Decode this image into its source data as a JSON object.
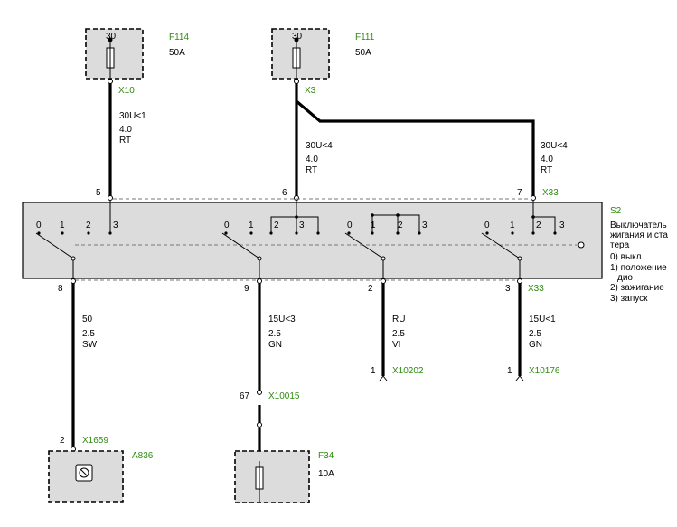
{
  "fuses": {
    "f114": {
      "id": "F114",
      "pin": "30",
      "rating": "50A",
      "connector": "X10"
    },
    "f111": {
      "id": "F111",
      "pin": "30",
      "rating": "50A",
      "connector": "X3"
    },
    "f34": {
      "id": "F34",
      "rating": "10A",
      "connector": "X10015",
      "pin": "67"
    }
  },
  "wires_top": {
    "w1": {
      "signal": "30U<1",
      "size": "4.0",
      "color": "RT",
      "pin": "5"
    },
    "w2": {
      "signal": "30U<4",
      "size": "4.0",
      "color": "RT",
      "pin": "6"
    },
    "w3": {
      "signal": "30U<4",
      "size": "4.0",
      "color": "RT",
      "pin": "7",
      "connector": "X33"
    }
  },
  "switch": {
    "id": "S2",
    "desc_lines": [
      "Выключатель",
      "жигания и ста",
      "тера",
      "0) выкл.",
      "1) положение",
      "дио",
      "2) зажигание",
      "3) запуск"
    ],
    "group1": [
      "0",
      "1",
      "2",
      "3"
    ],
    "group2": [
      "0",
      "1",
      "2",
      "3"
    ],
    "group3": [
      "0",
      "1",
      "2",
      "3"
    ],
    "group4": [
      "0",
      "1",
      "2",
      "3"
    ],
    "bottom_connector": "X33"
  },
  "wires_bottom": {
    "w8": {
      "pin": "8",
      "signal": "50",
      "size": "2.5",
      "color": "SW",
      "end_pin": "2",
      "end_connector": "X1659"
    },
    "w9": {
      "pin": "9",
      "signal": "15U<3",
      "size": "2.5",
      "color": "GN"
    },
    "w2": {
      "pin": "2",
      "signal": "RU",
      "size": "2.5",
      "color": "VI",
      "end_pin": "1",
      "end_connector": "X10202"
    },
    "w3": {
      "pin": "3",
      "signal": "15U<1",
      "size": "2.5",
      "color": "GN",
      "end_pin": "1",
      "end_connector": "X10176"
    }
  },
  "components": {
    "a836": {
      "id": "A836"
    }
  }
}
